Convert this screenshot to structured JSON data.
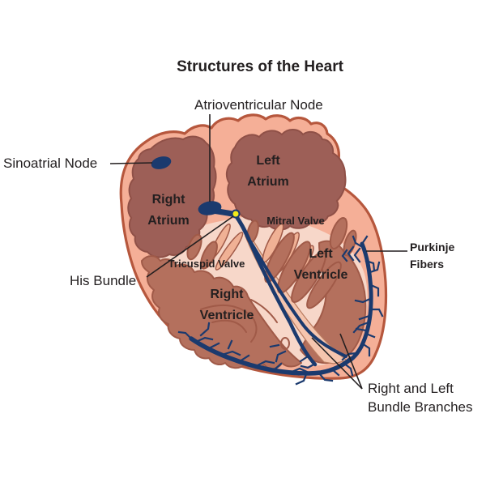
{
  "title": "Structures of the Heart",
  "labels": {
    "sinoatrial_node": "Sinoatrial Node",
    "atrioventricular_node": "Atrioventricular Node",
    "his_bundle": "His Bundle",
    "purkinje_fibers": [
      "Purkinje",
      "Fibers"
    ],
    "bundle_branches": [
      "Right and Left",
      "Bundle Branches"
    ]
  },
  "chambers": {
    "right_atrium": [
      "Right",
      "Atrium"
    ],
    "left_atrium": [
      "Left",
      "Atrium"
    ],
    "right_ventricle": [
      "Right",
      "Ventricle"
    ],
    "left_ventricle": [
      "Left",
      "Ventricle"
    ]
  },
  "valves": {
    "mitral": "Mitral Valve",
    "tricuspid": "Tricuspid Valve"
  },
  "colors": {
    "background": "#ffffff",
    "text": "#231f20",
    "heart_wall": "#f5af97",
    "outline": "#b6573d",
    "atrium": "#9d5f57",
    "atrium_edge": "#8f5047",
    "muscle": "#b4705d",
    "muscle_edge": "#a05a48",
    "cavity": "#f7d7c9",
    "septum_band": "#f5c5ae",
    "septum_edge": "#b97b5f",
    "leaflet": "#f0b195",
    "conduction": "#1b3a6e",
    "node_highlight": "#f3eb1a"
  }
}
